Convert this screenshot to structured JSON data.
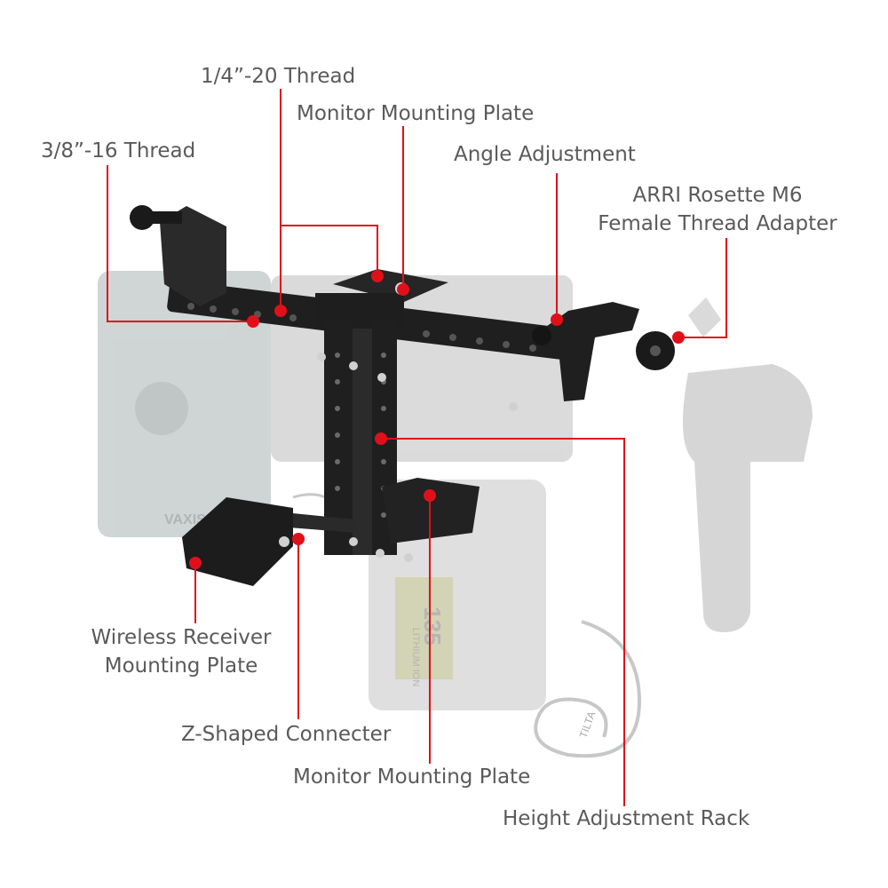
{
  "colors": {
    "callout": "#e0101a",
    "label_text": "#5a5a5a",
    "rig_metal": "#1f1f1f",
    "ghost_accessory": "#bfc3c3"
  },
  "labels": {
    "thread_quarter_20": "1/4”-20 Thread",
    "monitor_plate_top": "Monitor Mounting Plate",
    "thread_three_eighths_16": "3/8”-16 Thread",
    "angle_adjustment": "Angle Adjustment",
    "arri_line1": "ARRI Rosette M6",
    "arri_line2": "Female Thread Adapter",
    "wireless_line1": "Wireless Receiver",
    "wireless_line2": "Mounting Plate",
    "z_connecter": "Z-Shaped Connecter",
    "monitor_plate_bottom": "Monitor Mounting Plate",
    "height_rack": "Height Adjustment Rack"
  },
  "product_marks": {
    "battery_logo": "135",
    "battery_text": "LITHIUM ION",
    "brand": "TILTA",
    "receiver_logo": "VAXIS"
  }
}
